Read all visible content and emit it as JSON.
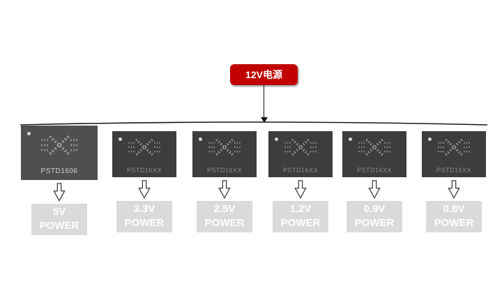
{
  "diagram": {
    "source_label": "12V电源",
    "accent_color": "#c00000",
    "chip_body_color": "#3d3d3d",
    "primary_chip_body_color": "#4f4f4f",
    "power_box_color": "#dadada",
    "chips": [
      {
        "name": "PSTD1606",
        "voltage": "5V",
        "power_word": "POWER"
      },
      {
        "name": "PSTD16XX",
        "voltage": "3.3V",
        "power_word": "POWER"
      },
      {
        "name": "PSTD16XX",
        "voltage": "2.5V",
        "power_word": "POWER"
      },
      {
        "name": "PSTD16XX",
        "voltage": "1.2V",
        "power_word": "POWER"
      },
      {
        "name": "PSTD16XX",
        "voltage": "0.9V",
        "power_word": "POWER"
      },
      {
        "name": "PSTD16XX",
        "voltage": "0.8V",
        "power_word": "POWER"
      }
    ]
  }
}
